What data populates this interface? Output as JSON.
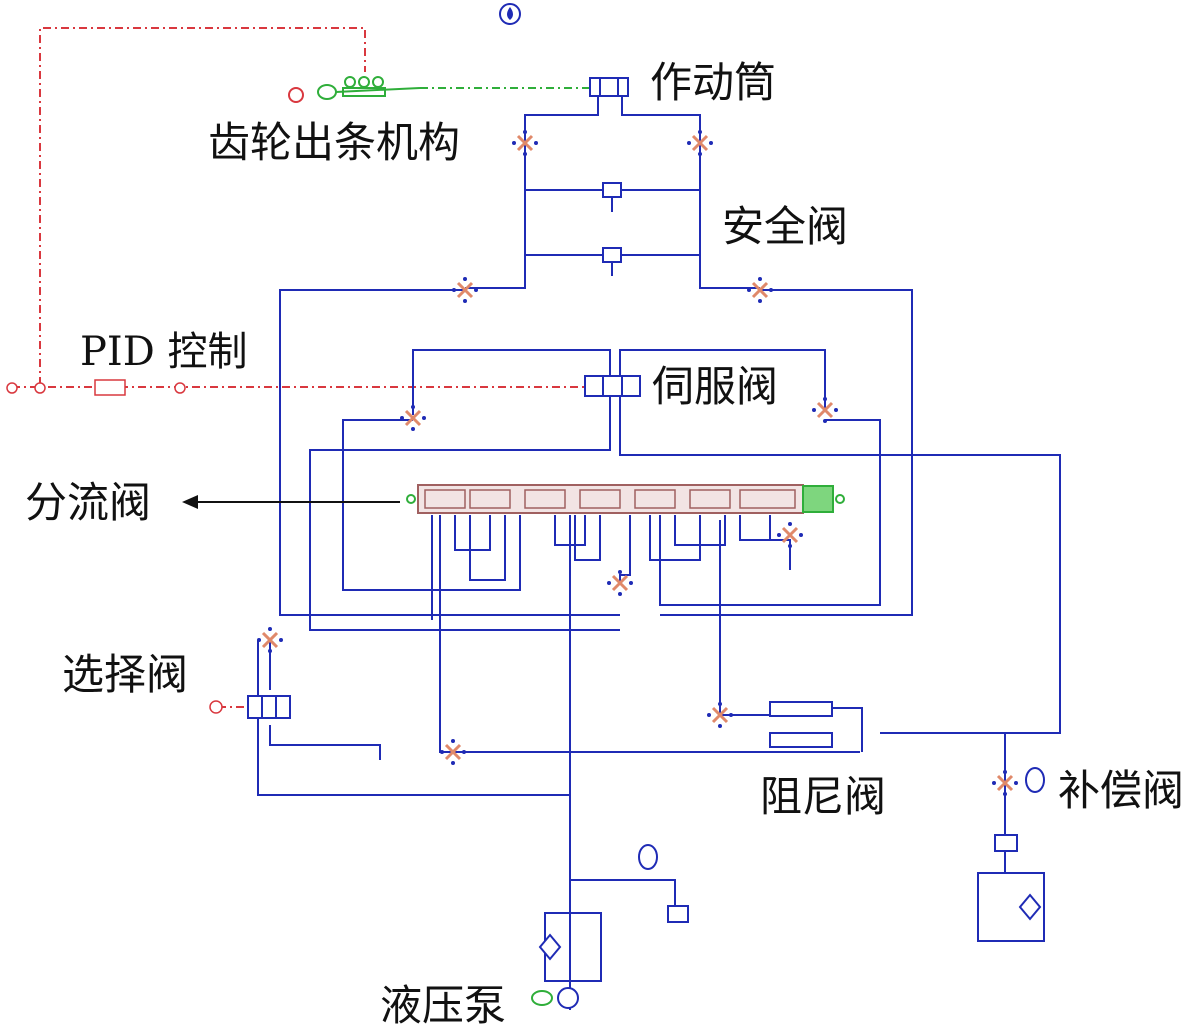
{
  "labels": {
    "actuator": "作动筒",
    "rack_gear": "齿轮出条机构",
    "safety_valve": "安全阀",
    "pid_control": "PID 控制",
    "servo_valve": "伺服阀",
    "flow_divider": "分流阀",
    "selector_valve": "选择阀",
    "damping_valve": "阻尼阀",
    "compensation_valve": "补偿阀",
    "hydraulic_pump": "液压泵"
  },
  "colors": {
    "hydraulic_line": "#1f2bb5",
    "control_signal": "#d9383f",
    "mechanical_link": "#2fae3a",
    "junction": "#e0896a",
    "divider_block_fill": "#f2e4e4",
    "divider_block_border": "#a06060",
    "label_text": "#111111"
  },
  "icons": {
    "top": "water-drop-icon",
    "junction": "hydraulic-junction-icon"
  }
}
